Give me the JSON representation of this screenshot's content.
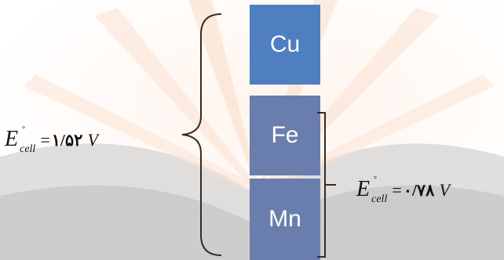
{
  "metals": {
    "cu": "Cu",
    "fe": "Fe",
    "mn": "Mn"
  },
  "equations": {
    "left": {
      "symbol": "E",
      "degree": "°",
      "subscript": "cell",
      "equals": "=",
      "value": "۱/۵۲",
      "unit": "V"
    },
    "right": {
      "symbol": "E",
      "degree": "°",
      "subscript": "cell",
      "equals": "=",
      "value": "۰/۷۸",
      "unit": "V"
    }
  },
  "colors": {
    "cu_box": "#4f7fc0",
    "fe_mn_box": "#6a7eae",
    "bracket": "#3a2a22",
    "background_fan_warm": "#fbe3d3",
    "background_fan_gray": "#bdbdbd"
  }
}
